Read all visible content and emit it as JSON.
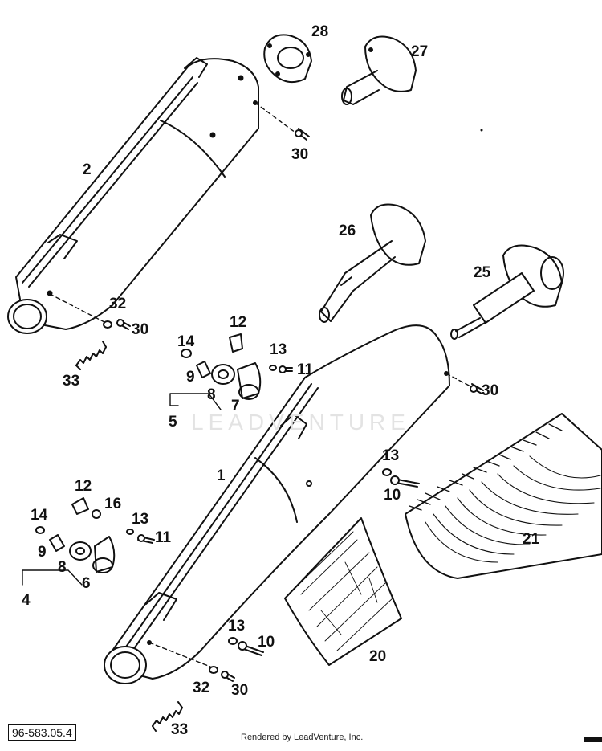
{
  "diagram": {
    "watermark": "LEADVENTURE",
    "doc_ref": "96-583.05.4",
    "footer": "Rendered by LeadVenture, Inc.",
    "callouts": [
      "28",
      "27",
      "30",
      "2",
      "26",
      "25",
      "32",
      "30",
      "33",
      "12",
      "14",
      "13",
      "11",
      "9",
      "8",
      "7",
      "5",
      "30",
      "1",
      "13",
      "10",
      "21",
      "12",
      "16",
      "14",
      "13",
      "11",
      "9",
      "8",
      "6",
      "4",
      "13",
      "10",
      "20",
      "32",
      "30",
      "33"
    ]
  }
}
